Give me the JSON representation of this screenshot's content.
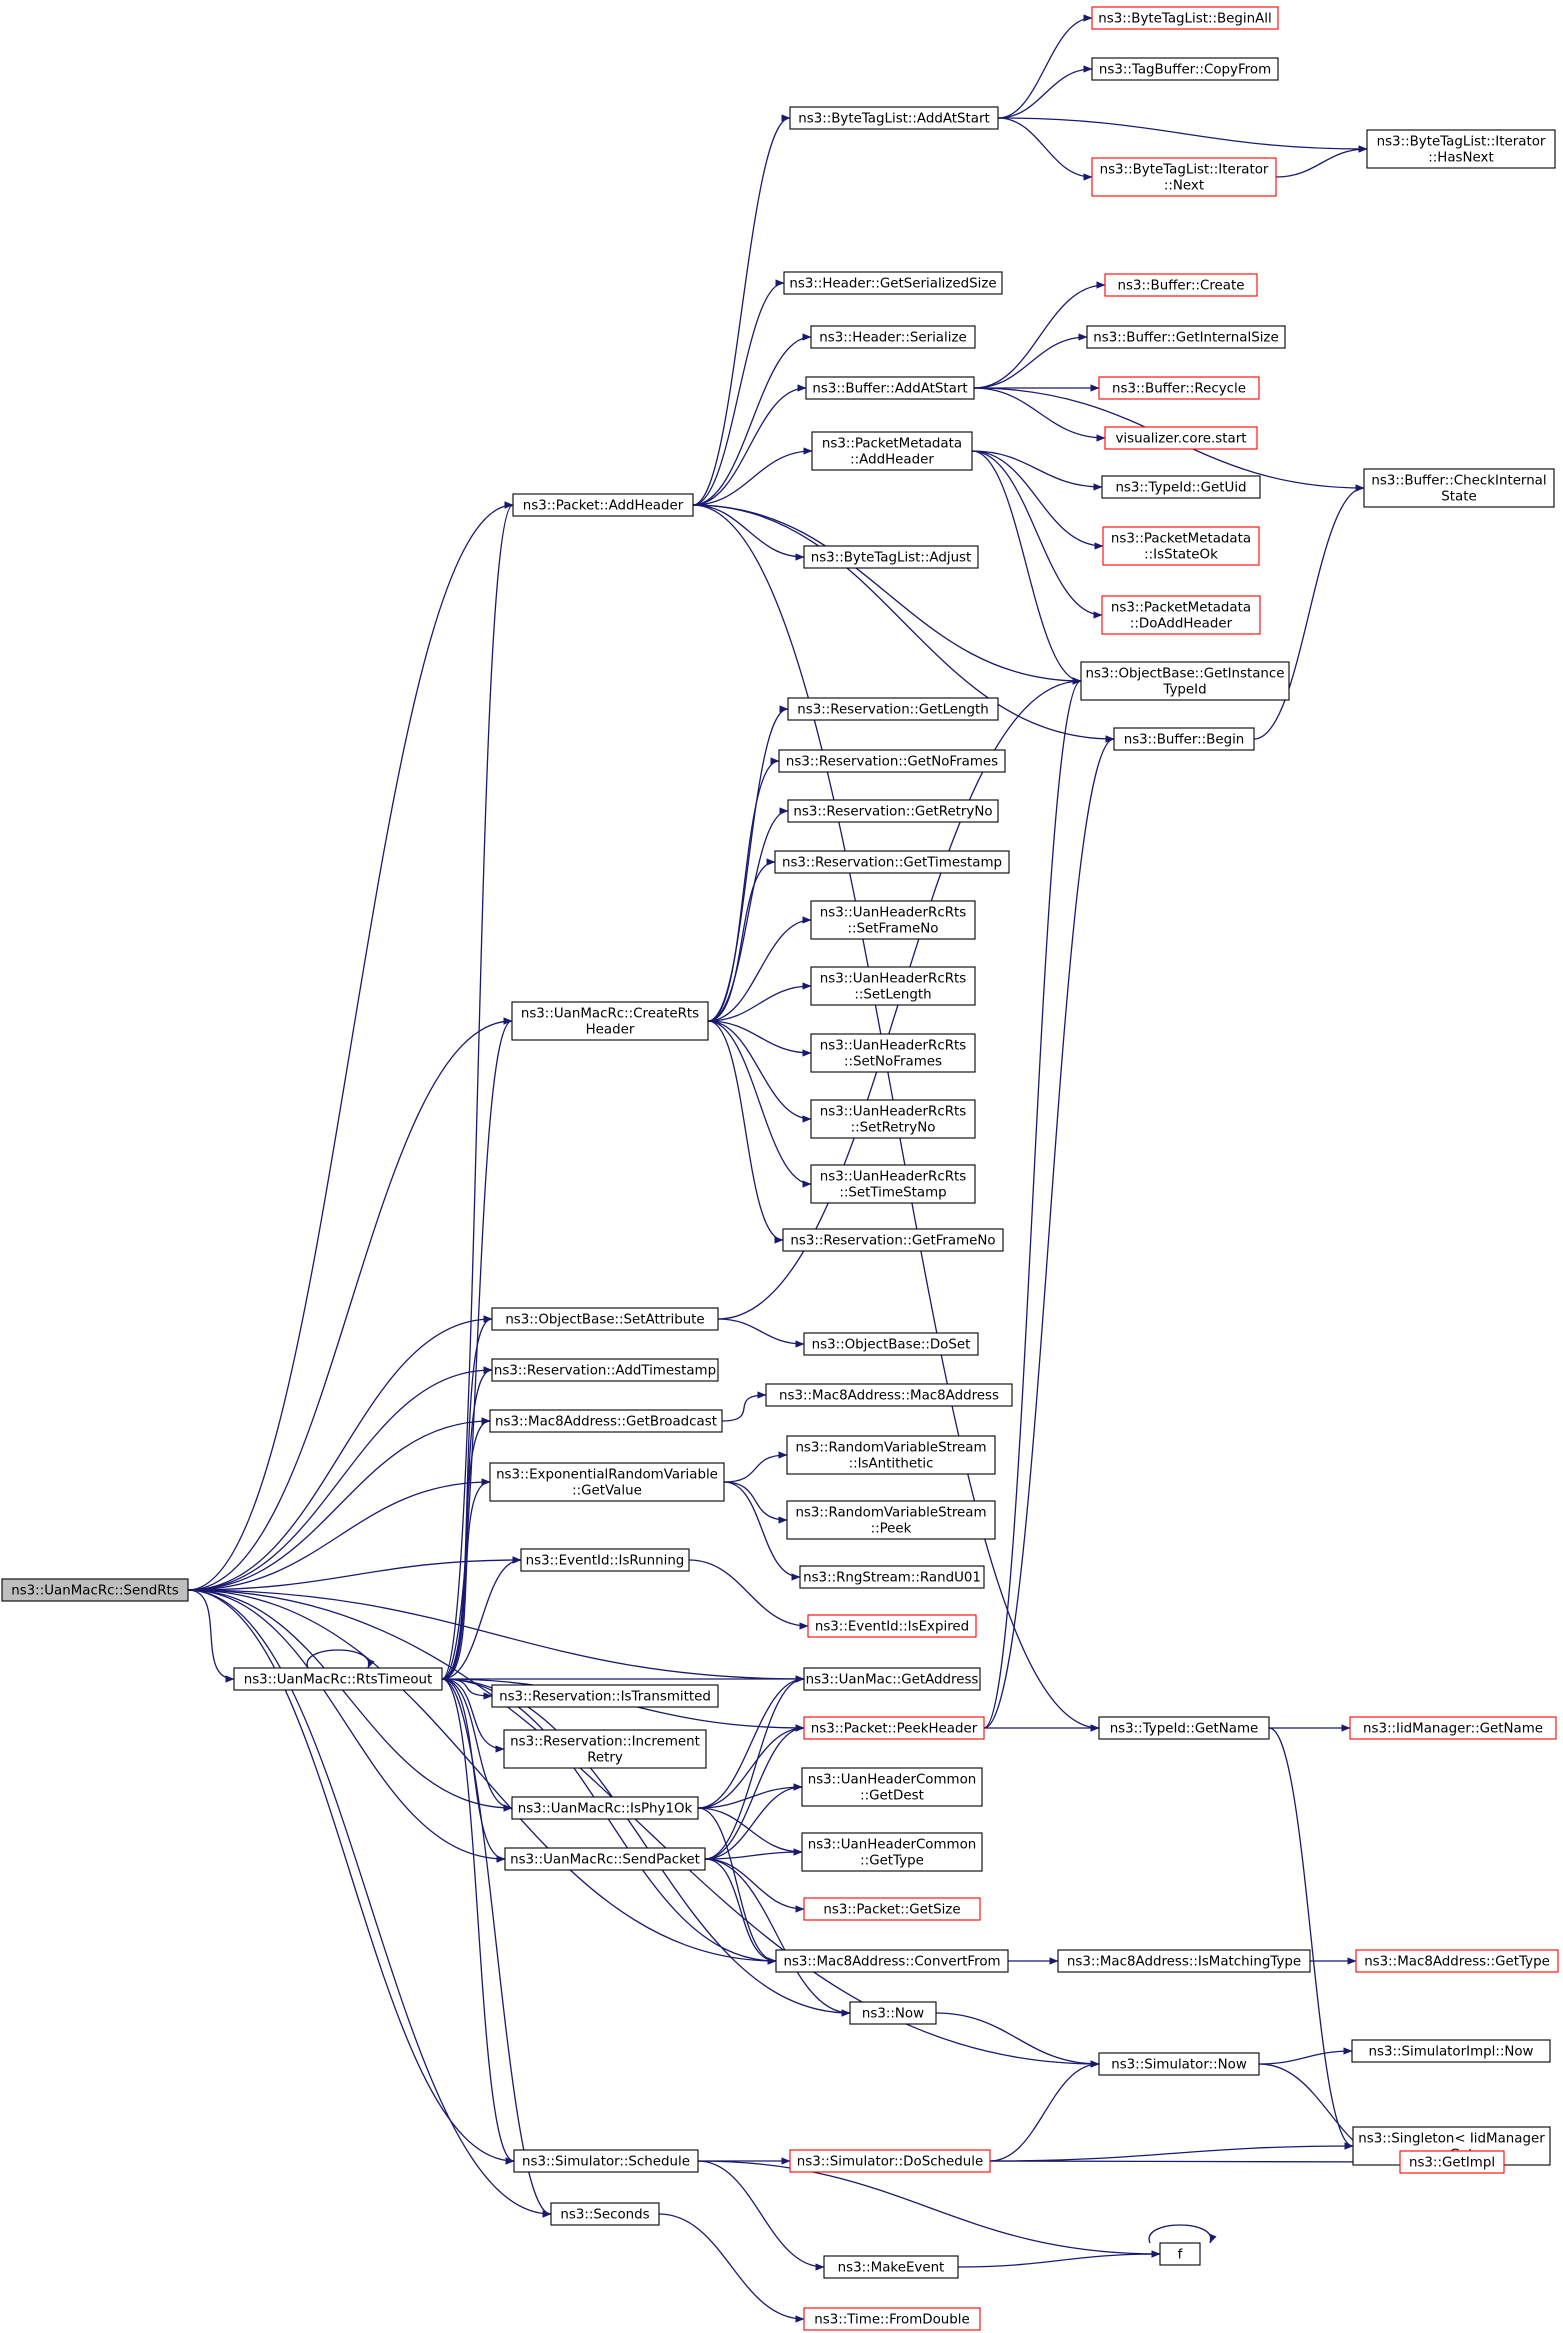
{
  "graph": {
    "colors": {
      "edge": "#191970",
      "border_default": "#000000",
      "border_truncated": "#ff0000",
      "root_fill": "#bfbfbf"
    },
    "nodes": [
      {
        "id": "n0",
        "lines": [
          "ns3::UanMacRc::SendRts"
        ],
        "border": "black",
        "root": true
      },
      {
        "id": "n1",
        "lines": [
          "ns3::Packet::AddHeader"
        ],
        "border": "black"
      },
      {
        "id": "n2",
        "lines": [
          "ns3::ByteTagList::AddAtStart"
        ],
        "border": "black"
      },
      {
        "id": "n3",
        "lines": [
          "ns3::ByteTagList::BeginAll"
        ],
        "border": "red"
      },
      {
        "id": "n4",
        "lines": [
          "ns3::TagBuffer::CopyFrom"
        ],
        "border": "black"
      },
      {
        "id": "n5",
        "lines": [
          "ns3::ByteTagList::Iterator",
          "::HasNext"
        ],
        "border": "black"
      },
      {
        "id": "n6",
        "lines": [
          "ns3::ByteTagList::Iterator",
          "::Next"
        ],
        "border": "red"
      },
      {
        "id": "n7",
        "lines": [
          "ns3::Header::GetSerializedSize"
        ],
        "border": "black"
      },
      {
        "id": "n8",
        "lines": [
          "ns3::Header::Serialize"
        ],
        "border": "black"
      },
      {
        "id": "n9",
        "lines": [
          "ns3::Buffer::AddAtStart"
        ],
        "border": "black"
      },
      {
        "id": "n10",
        "lines": [
          "ns3::Buffer::Create"
        ],
        "border": "red"
      },
      {
        "id": "n11",
        "lines": [
          "ns3::Buffer::GetInternalSize"
        ],
        "border": "black"
      },
      {
        "id": "n12",
        "lines": [
          "ns3::Buffer::Recycle"
        ],
        "border": "red"
      },
      {
        "id": "n13",
        "lines": [
          "visualizer.core.start"
        ],
        "border": "red"
      },
      {
        "id": "n14",
        "lines": [
          "ns3::PacketMetadata",
          "::AddHeader"
        ],
        "border": "black"
      },
      {
        "id": "n15",
        "lines": [
          "ns3::TypeId::GetUid"
        ],
        "border": "black"
      },
      {
        "id": "n16",
        "lines": [
          "ns3::Buffer::CheckInternal",
          "State"
        ],
        "border": "black"
      },
      {
        "id": "n17",
        "lines": [
          "ns3::PacketMetadata",
          "::IsStateOk"
        ],
        "border": "red"
      },
      {
        "id": "n18",
        "lines": [
          "ns3::PacketMetadata",
          "::DoAddHeader"
        ],
        "border": "red"
      },
      {
        "id": "n19",
        "lines": [
          "ns3::ByteTagList::Adjust"
        ],
        "border": "black"
      },
      {
        "id": "n20",
        "lines": [
          "ns3::ObjectBase::GetInstance",
          "TypeId"
        ],
        "border": "black"
      },
      {
        "id": "n21",
        "lines": [
          "ns3::Buffer::Begin"
        ],
        "border": "black"
      },
      {
        "id": "n22",
        "lines": [
          "ns3::Reservation::GetLength"
        ],
        "border": "black"
      },
      {
        "id": "n23",
        "lines": [
          "ns3::Reservation::GetNoFrames"
        ],
        "border": "black"
      },
      {
        "id": "n24",
        "lines": [
          "ns3::Reservation::GetRetryNo"
        ],
        "border": "black"
      },
      {
        "id": "n25",
        "lines": [
          "ns3::Reservation::GetTimestamp"
        ],
        "border": "black"
      },
      {
        "id": "n26",
        "lines": [
          "ns3::UanHeaderRcRts",
          "::SetFrameNo"
        ],
        "border": "black"
      },
      {
        "id": "n27",
        "lines": [
          "ns3::UanHeaderRcRts",
          "::SetLength"
        ],
        "border": "black"
      },
      {
        "id": "n28",
        "lines": [
          "ns3::UanMacRc::CreateRts",
          "Header"
        ],
        "border": "black"
      },
      {
        "id": "n29",
        "lines": [
          "ns3::UanHeaderRcRts",
          "::SetNoFrames"
        ],
        "border": "black"
      },
      {
        "id": "n30",
        "lines": [
          "ns3::UanHeaderRcRts",
          "::SetRetryNo"
        ],
        "border": "black"
      },
      {
        "id": "n31",
        "lines": [
          "ns3::UanHeaderRcRts",
          "::SetTimeStamp"
        ],
        "border": "black"
      },
      {
        "id": "n32",
        "lines": [
          "ns3::Reservation::GetFrameNo"
        ],
        "border": "black"
      },
      {
        "id": "n33",
        "lines": [
          "ns3::ObjectBase::SetAttribute"
        ],
        "border": "black"
      },
      {
        "id": "n34",
        "lines": [
          "ns3::ObjectBase::DoSet"
        ],
        "border": "black"
      },
      {
        "id": "n35",
        "lines": [
          "ns3::Reservation::AddTimestamp"
        ],
        "border": "black"
      },
      {
        "id": "n36",
        "lines": [
          "ns3::Mac8Address::GetBroadcast"
        ],
        "border": "black"
      },
      {
        "id": "n37",
        "lines": [
          "ns3::Mac8Address::Mac8Address"
        ],
        "border": "black"
      },
      {
        "id": "n38",
        "lines": [
          "ns3::ExponentialRandomVariable",
          "::GetValue"
        ],
        "border": "black"
      },
      {
        "id": "n39",
        "lines": [
          "ns3::RandomVariableStream",
          "::IsAntithetic"
        ],
        "border": "black"
      },
      {
        "id": "n40",
        "lines": [
          "ns3::RandomVariableStream",
          "::Peek"
        ],
        "border": "black"
      },
      {
        "id": "n41",
        "lines": [
          "ns3::RngStream::RandU01"
        ],
        "border": "black"
      },
      {
        "id": "n42",
        "lines": [
          "ns3::EventId::IsRunning"
        ],
        "border": "black"
      },
      {
        "id": "n43",
        "lines": [
          "ns3::EventId::IsExpired"
        ],
        "border": "red"
      },
      {
        "id": "n44",
        "lines": [
          "ns3::UanMacRc::RtsTimeout"
        ],
        "border": "black"
      },
      {
        "id": "n45",
        "lines": [
          "ns3::UanMac::GetAddress"
        ],
        "border": "black"
      },
      {
        "id": "n46",
        "lines": [
          "ns3::Reservation::IsTransmitted"
        ],
        "border": "black"
      },
      {
        "id": "n47",
        "lines": [
          "ns3::Reservation::Increment",
          "Retry"
        ],
        "border": "black"
      },
      {
        "id": "n48",
        "lines": [
          "ns3::Packet::PeekHeader"
        ],
        "border": "red"
      },
      {
        "id": "n49",
        "lines": [
          "ns3::TypeId::GetName"
        ],
        "border": "black"
      },
      {
        "id": "n50",
        "lines": [
          "ns3::IidManager::GetName"
        ],
        "border": "red"
      },
      {
        "id": "n51",
        "lines": [
          "ns3::UanMacRc::IsPhy1Ok"
        ],
        "border": "black"
      },
      {
        "id": "n52",
        "lines": [
          "ns3::UanHeaderCommon",
          "::GetDest"
        ],
        "border": "black"
      },
      {
        "id": "n53",
        "lines": [
          "ns3::UanMacRc::SendPacket"
        ],
        "border": "black"
      },
      {
        "id": "n54",
        "lines": [
          "ns3::UanHeaderCommon",
          "::GetType"
        ],
        "border": "black"
      },
      {
        "id": "n55",
        "lines": [
          "ns3::Packet::GetSize"
        ],
        "border": "red"
      },
      {
        "id": "n56",
        "lines": [
          "ns3::Mac8Address::ConvertFrom"
        ],
        "border": "black"
      },
      {
        "id": "n57",
        "lines": [
          "ns3::Mac8Address::IsMatchingType"
        ],
        "border": "black"
      },
      {
        "id": "n58",
        "lines": [
          "ns3::Mac8Address::GetType"
        ],
        "border": "red"
      },
      {
        "id": "n59",
        "lines": [
          "ns3::Now"
        ],
        "border": "black"
      },
      {
        "id": "n60",
        "lines": [
          "ns3::Simulator::Now"
        ],
        "border": "black"
      },
      {
        "id": "n61",
        "lines": [
          "ns3::SimulatorImpl::Now"
        ],
        "border": "black"
      },
      {
        "id": "n62",
        "lines": [
          "ns3::Singleton< IidManager",
          ">::Get"
        ],
        "border": "black"
      },
      {
        "id": "n63",
        "lines": [
          "ns3::Simulator::Schedule"
        ],
        "border": "black"
      },
      {
        "id": "n64",
        "lines": [
          "ns3::Simulator::DoSchedule"
        ],
        "border": "red"
      },
      {
        "id": "n65",
        "lines": [
          "ns3::GetImpl"
        ],
        "border": "red"
      },
      {
        "id": "n66",
        "lines": [
          "ns3::Seconds"
        ],
        "border": "black"
      },
      {
        "id": "n67",
        "lines": [
          "ns3::MakeEvent"
        ],
        "border": "black"
      },
      {
        "id": "n68",
        "lines": [
          "f"
        ],
        "border": "black"
      },
      {
        "id": "n69",
        "lines": [
          "ns3::Time::FromDouble"
        ],
        "border": "red"
      }
    ],
    "edges": [
      [
        "n0",
        "n1"
      ],
      [
        "n0",
        "n28"
      ],
      [
        "n0",
        "n33"
      ],
      [
        "n0",
        "n35"
      ],
      [
        "n0",
        "n36"
      ],
      [
        "n0",
        "n38"
      ],
      [
        "n0",
        "n42"
      ],
      [
        "n0",
        "n44"
      ],
      [
        "n0",
        "n45"
      ],
      [
        "n0",
        "n51"
      ],
      [
        "n0",
        "n53"
      ],
      [
        "n0",
        "n56"
      ],
      [
        "n0",
        "n60"
      ],
      [
        "n0",
        "n63"
      ],
      [
        "n0",
        "n66"
      ],
      [
        "n1",
        "n2"
      ],
      [
        "n1",
        "n7"
      ],
      [
        "n1",
        "n8"
      ],
      [
        "n1",
        "n9"
      ],
      [
        "n1",
        "n14"
      ],
      [
        "n1",
        "n19"
      ],
      [
        "n1",
        "n20"
      ],
      [
        "n1",
        "n21"
      ],
      [
        "n1",
        "n49"
      ],
      [
        "n2",
        "n3"
      ],
      [
        "n2",
        "n4"
      ],
      [
        "n2",
        "n5"
      ],
      [
        "n2",
        "n6"
      ],
      [
        "n6",
        "n5"
      ],
      [
        "n9",
        "n10"
      ],
      [
        "n9",
        "n11"
      ],
      [
        "n9",
        "n12"
      ],
      [
        "n9",
        "n13"
      ],
      [
        "n9",
        "n16"
      ],
      [
        "n14",
        "n15"
      ],
      [
        "n14",
        "n17"
      ],
      [
        "n14",
        "n18"
      ],
      [
        "n14",
        "n20"
      ],
      [
        "n21",
        "n16"
      ],
      [
        "n28",
        "n22"
      ],
      [
        "n28",
        "n23"
      ],
      [
        "n28",
        "n24"
      ],
      [
        "n28",
        "n25"
      ],
      [
        "n28",
        "n26"
      ],
      [
        "n28",
        "n27"
      ],
      [
        "n28",
        "n29"
      ],
      [
        "n28",
        "n30"
      ],
      [
        "n28",
        "n31"
      ],
      [
        "n28",
        "n32"
      ],
      [
        "n33",
        "n34"
      ],
      [
        "n33",
        "n20"
      ],
      [
        "n36",
        "n37"
      ],
      [
        "n38",
        "n39"
      ],
      [
        "n38",
        "n40"
      ],
      [
        "n38",
        "n41"
      ],
      [
        "n42",
        "n43"
      ],
      [
        "n44",
        "n44"
      ],
      [
        "n44",
        "n1"
      ],
      [
        "n44",
        "n28"
      ],
      [
        "n44",
        "n33"
      ],
      [
        "n44",
        "n35"
      ],
      [
        "n44",
        "n36"
      ],
      [
        "n44",
        "n38"
      ],
      [
        "n44",
        "n42"
      ],
      [
        "n44",
        "n45"
      ],
      [
        "n44",
        "n46"
      ],
      [
        "n44",
        "n47"
      ],
      [
        "n44",
        "n48"
      ],
      [
        "n44",
        "n51"
      ],
      [
        "n44",
        "n53"
      ],
      [
        "n44",
        "n56"
      ],
      [
        "n44",
        "n59"
      ],
      [
        "n44",
        "n63"
      ],
      [
        "n44",
        "n66"
      ],
      [
        "n48",
        "n49"
      ],
      [
        "n48",
        "n20"
      ],
      [
        "n48",
        "n21"
      ],
      [
        "n49",
        "n50"
      ],
      [
        "n49",
        "n62"
      ],
      [
        "n51",
        "n45"
      ],
      [
        "n51",
        "n48"
      ],
      [
        "n51",
        "n52"
      ],
      [
        "n51",
        "n54"
      ],
      [
        "n51",
        "n56"
      ],
      [
        "n53",
        "n45"
      ],
      [
        "n53",
        "n48"
      ],
      [
        "n53",
        "n52"
      ],
      [
        "n53",
        "n54"
      ],
      [
        "n53",
        "n55"
      ],
      [
        "n53",
        "n56"
      ],
      [
        "n53",
        "n59"
      ],
      [
        "n56",
        "n57"
      ],
      [
        "n57",
        "n58"
      ],
      [
        "n59",
        "n60"
      ],
      [
        "n60",
        "n61"
      ],
      [
        "n60",
        "n65"
      ],
      [
        "n63",
        "n64"
      ],
      [
        "n63",
        "n67"
      ],
      [
        "n63",
        "n68"
      ],
      [
        "n64",
        "n60"
      ],
      [
        "n64",
        "n62"
      ],
      [
        "n64",
        "n65"
      ],
      [
        "n66",
        "n69"
      ],
      [
        "n67",
        "n68"
      ],
      [
        "n68",
        "n68"
      ]
    ]
  }
}
